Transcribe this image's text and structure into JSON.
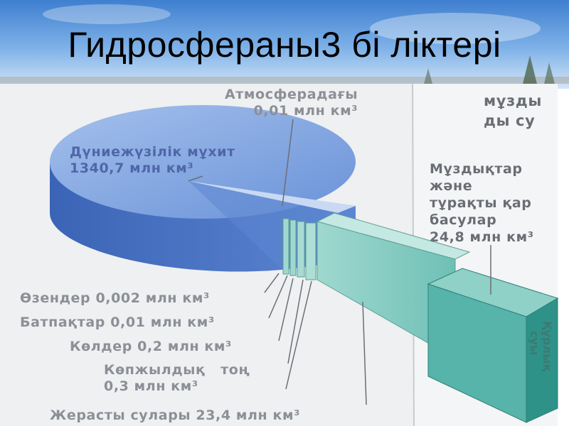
{
  "slide": {
    "title": "Гидросфераны3 бі ліктері"
  },
  "diagram": {
    "ocean": {
      "line1": "Дүниежүзілік мұхит",
      "line2": "1340,7 млн км³"
    },
    "atmosphere": {
      "line1": "Атмосферадағы",
      "line2": "0,01 млн км³"
    },
    "glaciers": {
      "line1": "Мұздықтар",
      "line2": "және",
      "line3": "тұрақты қар",
      "line4": "басулар",
      "line5": "24,8 млн км³"
    },
    "top_right": {
      "line1": "мұзды",
      "line2": "ды су"
    },
    "rivers": "Өзендер 0,002 млн км³",
    "swamps": "Батпақтар 0,01 млн км³",
    "lakes": "Көлдер 0,2 млн км³",
    "permafrost": {
      "line1": "Көпжылдық   тоң",
      "line2": "0,3 млн км³"
    },
    "groundwater": "Жерасты сулары 23,4 млн км³",
    "land_water": {
      "line1": "Құрлық",
      "line2": "суы"
    },
    "colors": {
      "pie_top": "#7da3e0",
      "pie_side": "#4a73c4",
      "prism_front": "#8fcfc6",
      "prism_top": "#b6e2dc",
      "block_front": "#4fb0a6",
      "block_side": "#2f8f86",
      "label_gray": "#8c8f96"
    }
  }
}
